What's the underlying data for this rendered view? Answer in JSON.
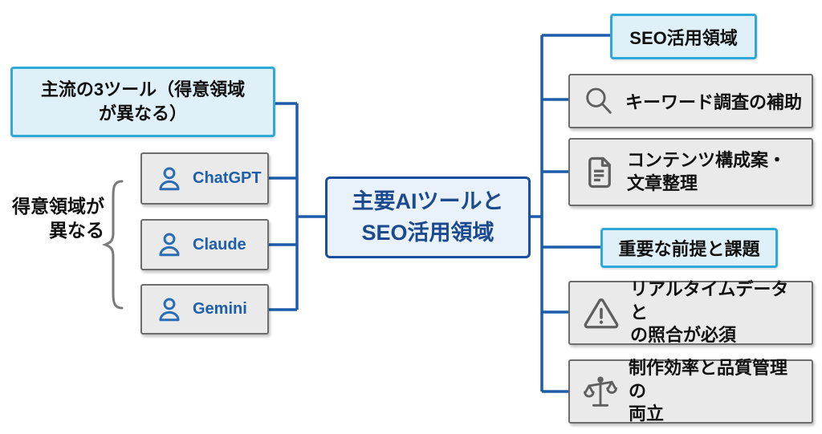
{
  "diagram": {
    "center": {
      "label": "主要AIツールと\nSEO活用領域"
    },
    "left": {
      "header_label": "主流の3ツール（得意領域\nが異なる）",
      "brace_label": "得意領域が\n異なる",
      "tools": [
        {
          "icon": "person-icon",
          "label": "ChatGPT"
        },
        {
          "icon": "person-icon",
          "label": "Claude"
        },
        {
          "icon": "person-icon",
          "label": "Gemini"
        }
      ]
    },
    "right": {
      "seo_header_label": "SEO活用領域",
      "seo_items": [
        {
          "icon": "search-icon",
          "label": "キーワード調査の補助"
        },
        {
          "icon": "document-icon",
          "label": "コンテンツ構成案・\n文章整理"
        }
      ],
      "premise_header_label": "重要な前提と課題",
      "premise_items": [
        {
          "icon": "warning-icon",
          "label": "リアルタイムデータと\nの照合が必須"
        },
        {
          "icon": "scales-icon",
          "label": "制作効率と品質管理の\n両立"
        }
      ]
    },
    "colors": {
      "connector_blue": "#1d5caa",
      "accent_cyan_border": "#2fa9d8",
      "accent_cyan_fill": "#dff0f9",
      "primary_navy_border": "#1b4f9e",
      "primary_navy_fill": "#e9f1fb",
      "primary_navy_text": "#1b4a8f",
      "tool_text_blue": "#1f5fa9",
      "gray_box_fill": "#eaeaea",
      "gray_box_border": "#6d6d6d",
      "icon_gray": "#5f5f5f",
      "brace_gray": "#7a7a7a"
    }
  }
}
